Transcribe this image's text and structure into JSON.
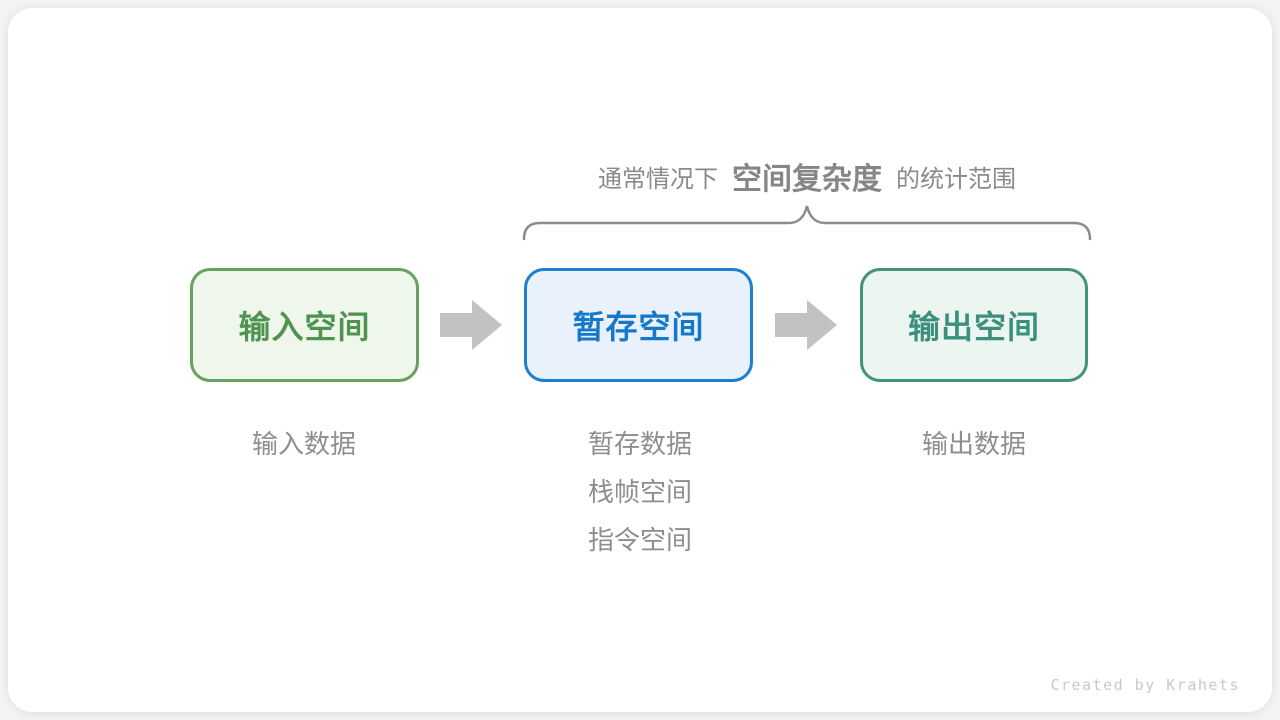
{
  "title": {
    "prefix": "通常情况下",
    "highlight": "空间复杂度",
    "suffix": "的统计范围"
  },
  "boxes": [
    {
      "label": "输入空间",
      "border": "#65a35c",
      "bg": "#eff7ec",
      "text_color": "#4e9450"
    },
    {
      "label": "暂存空间",
      "border": "#1c7fd0",
      "bg": "#e9f2fc",
      "text_color": "#1678c8"
    },
    {
      "label": "输出空间",
      "border": "#43917e",
      "bg": "#ecf5f0",
      "text_color": "#3b8f7d"
    }
  ],
  "annotations": {
    "input": "输入数据",
    "temp": [
      "暂存数据",
      "栈帧空间",
      "指令空间"
    ],
    "output": "输出数据"
  },
  "credit": "Created by Krahets",
  "colors": {
    "arrow": "#c2c2c2",
    "brace": "#8c8c8c",
    "title_text": "#8a8a8a",
    "note_text": "#8e8e8e",
    "card_bg": "#ffffff",
    "page_bg": "#f4f4f5"
  }
}
